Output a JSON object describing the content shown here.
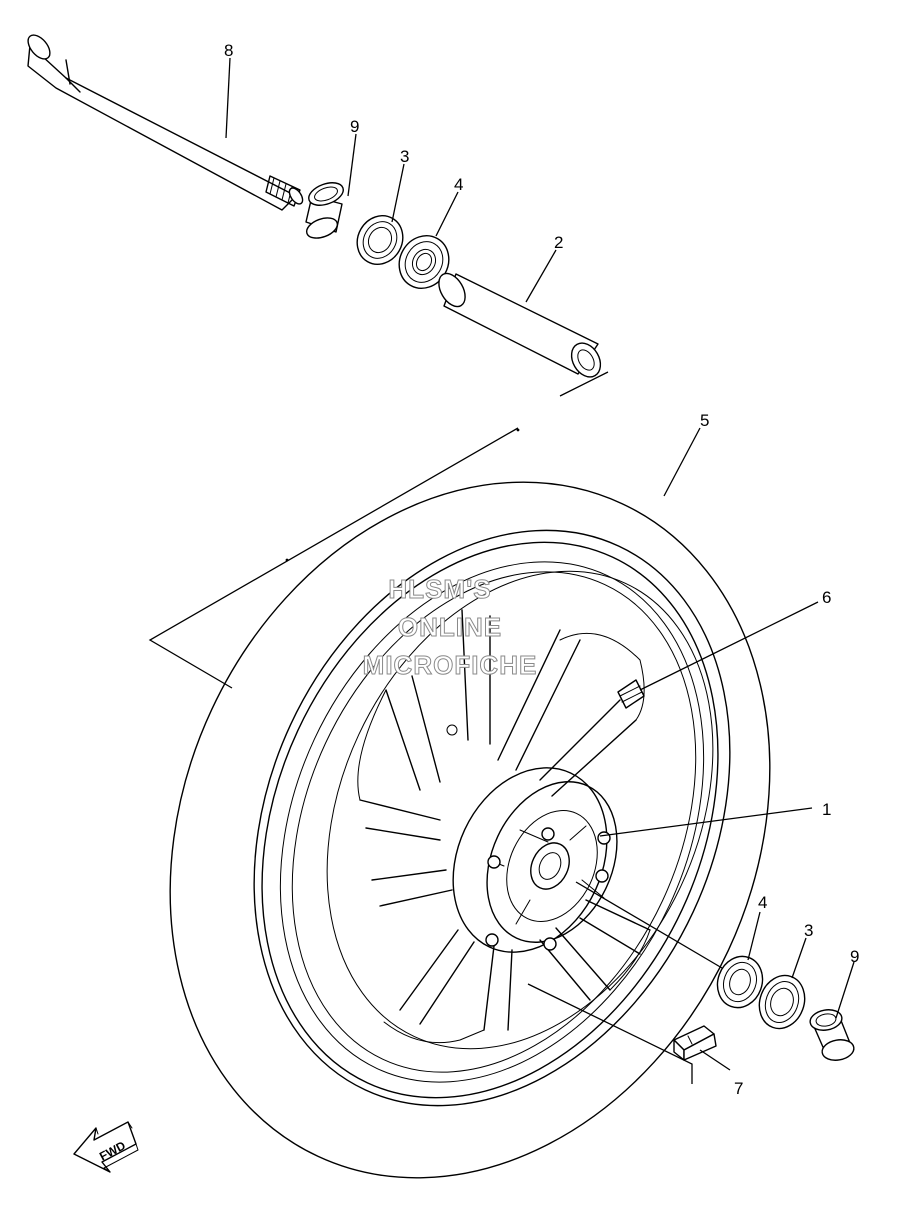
{
  "watermark": {
    "line1": "HLSM'S",
    "line2": "ONLINE",
    "line3": "MICROFICHE"
  },
  "direction_arrow": {
    "label": "FWD",
    "icon": "forward-arrow-icon"
  },
  "callouts": {
    "c8": "8",
    "c9_top": "9",
    "c3_top": "3",
    "c4_top": "4",
    "c2": "2",
    "c5": "5",
    "c6": "6",
    "c1": "1",
    "c4_bottom": "4",
    "c3_bottom": "3",
    "c9_bottom": "9",
    "c7": "7"
  }
}
